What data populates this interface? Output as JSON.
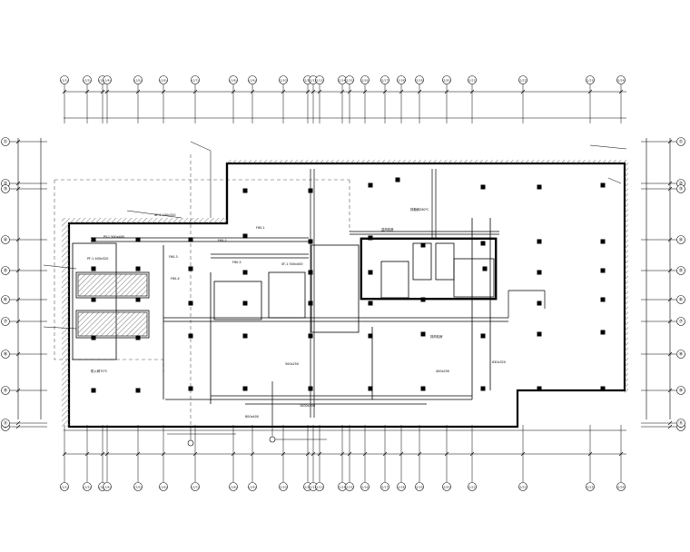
{
  "grid": {
    "top_labels": [
      "(1/1)",
      "(1/2)",
      "(1/3)",
      "(1/4)",
      "(1/5)",
      "(1/6)",
      "(1/7)",
      "(1/8)",
      "(1/9)",
      "(1/10)",
      "(1/11)",
      "(1/12)",
      "(1/13)",
      "(1/14)",
      "(1/15)",
      "(1/16)",
      "(1/17)",
      "(1/18)",
      "(1/19)",
      "(1/20)",
      "(1/21)",
      "(1/22)",
      "(1/23)",
      "(1/24)"
    ],
    "bottom_labels": [
      "(1/1)",
      "(1/2)",
      "(1/3)",
      "(1/4)",
      "(1/5)",
      "(1/6)",
      "(1/7)",
      "(1/8)",
      "(1/9)",
      "(1/10)",
      "(1/11)",
      "(1/12)",
      "(1/13)",
      "(1/14)",
      "(1/15)",
      "(1/16)",
      "(1/17)",
      "(1/18)",
      "(1/19)",
      "(1/20)",
      "(1/21)",
      "(1/22)",
      "(1/23)",
      "(1/24)"
    ],
    "left_labels": [
      "①",
      "②",
      "③",
      "④",
      "⑤",
      "⑥",
      "⑦",
      "⑧",
      "⑨",
      "⑩",
      "Ⓐ"
    ],
    "right_labels": [
      "①",
      "②",
      "③",
      "④",
      "⑤",
      "⑥",
      "⑦",
      "⑧",
      "⑨",
      "⑩",
      "Ⓐ"
    ]
  },
  "annotations": [
    "F60-1",
    "F60-2",
    "F60-3",
    "F60-4",
    "F60-5",
    "SF-1 500x400",
    "SF-2 400x320",
    "PY-1 500x400",
    "PF-1 400x320",
    "防火阀70℃",
    "排烟阀280℃",
    "送风机房",
    "排风机房",
    "400x200",
    "630x320",
    "800x400",
    "1000x400",
    "500x250"
  ],
  "colors": {
    "line": "#000000",
    "hatch": "#7a7a7a",
    "column": "#000000",
    "dashed": "#555555"
  }
}
